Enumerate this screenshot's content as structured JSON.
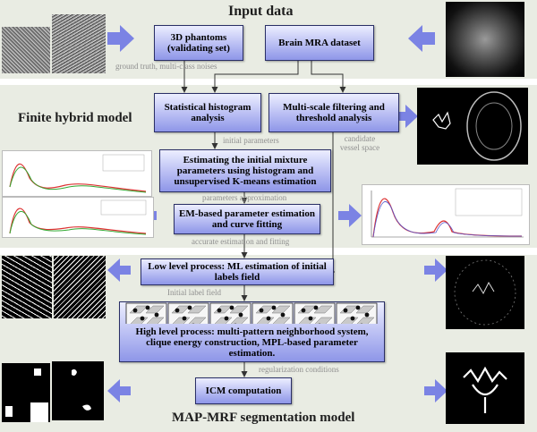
{
  "sections": {
    "input": "Input data",
    "hybrid": "Finite hybrid model",
    "mrf": "MAP-MRF segmentation model"
  },
  "boxes": {
    "phantoms": "3D phantoms (validating set)",
    "mra": "Brain MRA dataset",
    "hist": "Statistical histogram analysis",
    "msf": "Multi-scale filtering and threshold analysis",
    "init": "Estimating the initial mixture parameters using histogram and unsupervised  K-means estimation",
    "em": "EM-based parameter estimation and curve fitting",
    "ml": "Low level process: ML estimation of initial labels field",
    "high": "High level process: multi-pattern neighborhood system, clique energy construction, MPL-based parameter estimation.",
    "icm": "ICM computation"
  },
  "notes": {
    "ground": "ground truth, multi-class noises",
    "initparams": "initial parameters",
    "candidate": "candidate vessel space",
    "approx": "parameters approximation",
    "accurate": "accurate estimation and fitting",
    "labelfield": "Initial label field",
    "reg": "regularization conditions"
  },
  "colors": {
    "band": "#e9ece3",
    "arrow": "#7b83e4",
    "box_top": "#eceeff",
    "box_bottom": "#8e96e8",
    "line": "#333333"
  }
}
